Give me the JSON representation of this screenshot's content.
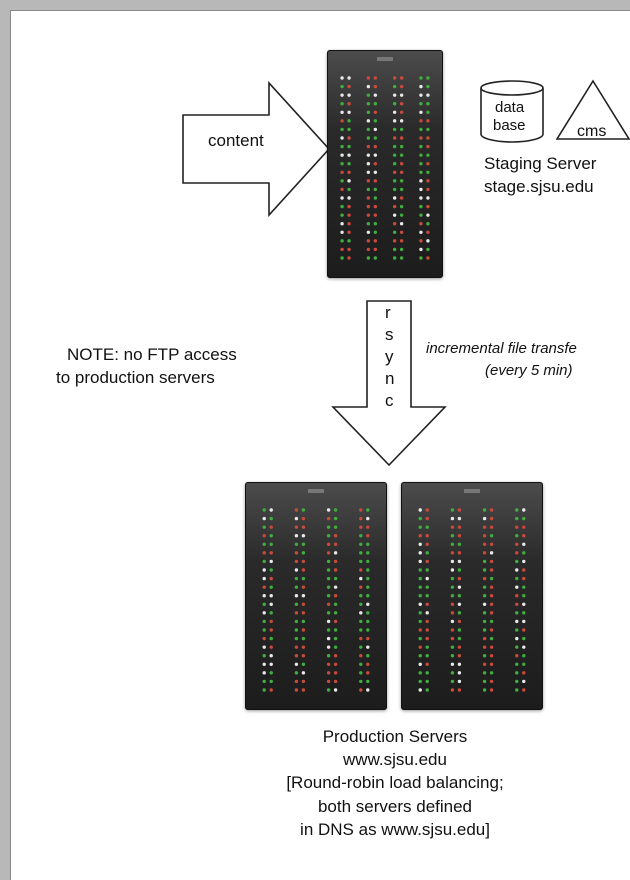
{
  "input_label": "content",
  "database_label_line1": "data",
  "database_label_line2": "base",
  "cms_label": "cms",
  "staging": {
    "title": "Staging Server",
    "host": "stage.sjsu.edu"
  },
  "sync": {
    "letters": [
      "r",
      "s",
      "y",
      "n",
      "c"
    ],
    "description_line1": "incremental file transfe",
    "description_line2": "(every 5 min)"
  },
  "note": {
    "line1": "NOTE: no FTP access",
    "line2": "to production servers"
  },
  "production": {
    "title": "Production Servers",
    "host": "www.sjsu.edu",
    "detail_line1": "[Round-robin load balancing;",
    "detail_line2": "both servers defined",
    "detail_line3": "in DNS as www.sjsu.edu]"
  },
  "colors": {
    "server_body": "#2a2a2a",
    "led_green": "#3fae3f",
    "led_red": "#c94a3c",
    "led_white": "#e8e8e8"
  }
}
